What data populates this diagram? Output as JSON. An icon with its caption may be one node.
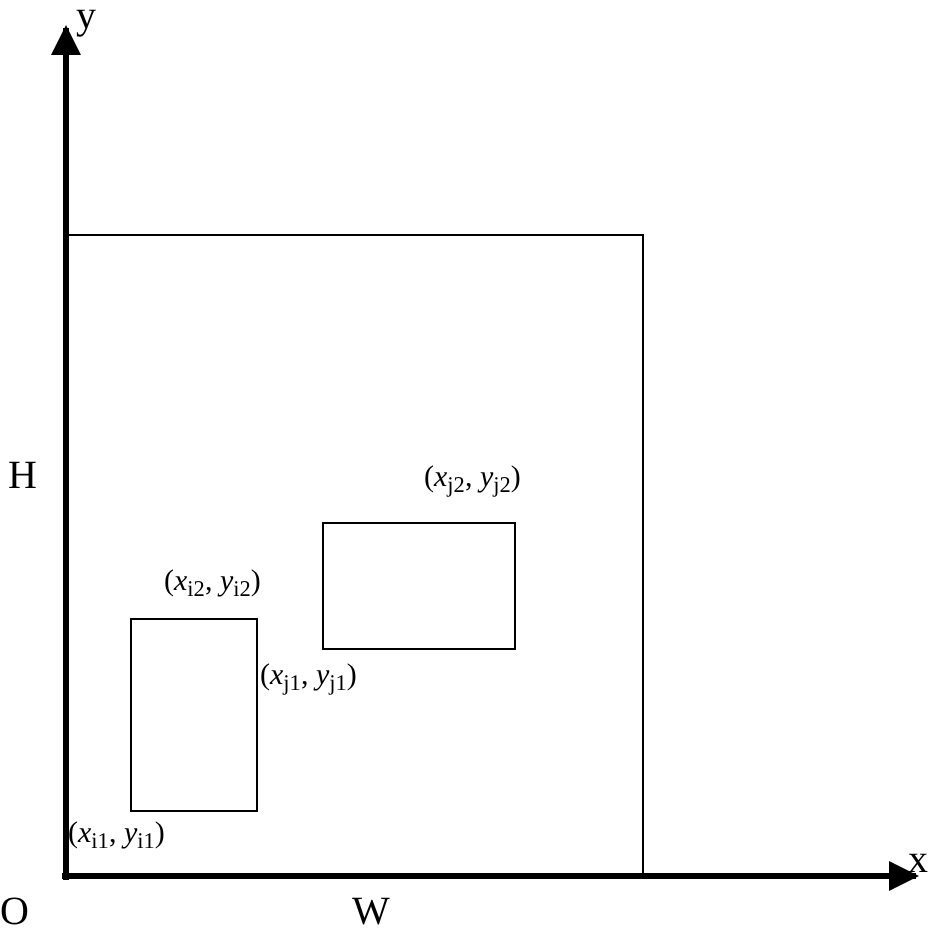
{
  "diagram": {
    "nodes": [
      {
        "text": [],
        "shape": "box"
      },
      {
        "text": [],
        "shape": "box",
        "in": 0
      },
      {
        "text": [],
        "shape": "box",
        "in": 0
      }
    ],
    "labels": [
      "y",
      "H",
      "(*x*$_{j2}$, *y*$_{j2}$)",
      "(*x*$_{i2}$, *y*$_{i2}$)",
      "(*x*$_{j1}$, *y*$_{j1}$)",
      "(*x*$_{i1}$, *y*$_{i1}$)",
      "O",
      "W",
      "x"
    ]
  }
}
